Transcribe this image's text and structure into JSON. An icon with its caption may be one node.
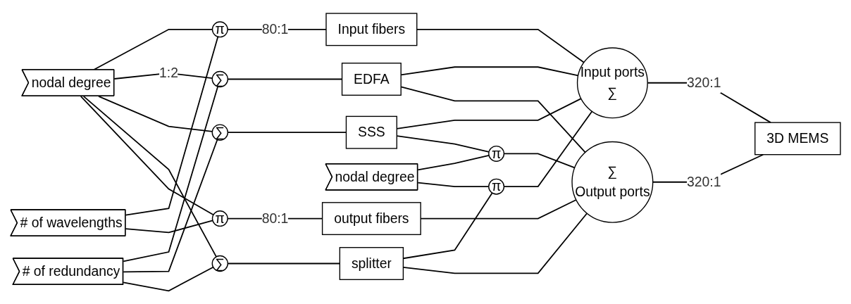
{
  "diagram": {
    "nodes": [
      {
        "text": [
          "nodal degree"
        ]
      },
      {
        "text": [
          "# of wavelengths"
        ]
      },
      {
        "text": [
          "# of redundancy"
        ]
      },
      {
        "text": [
          "π"
        ]
      },
      {
        "text": [
          "∑"
        ]
      },
      {
        "text": [
          "∑"
        ]
      },
      {
        "text": [
          "∑"
        ]
      },
      {
        "text": [
          "π"
        ]
      },
      {
        "text": [
          "Input fibers"
        ]
      },
      {
        "text": [
          "EDFA"
        ]
      },
      {
        "text": [
          "SSS"
        ]
      },
      {
        "text": [
          "nodal degree"
        ]
      },
      {
        "text": [
          "splitter"
        ]
      },
      {
        "text": [
          "output fibers"
        ]
      },
      {
        "text": [
          "π"
        ]
      },
      {
        "text": [
          "π"
        ]
      },
      {
        "text": [
          "Input ports",
          "∑"
        ]
      },
      {
        "text": [
          "∑",
          "Output ports"
        ]
      },
      {
        "text": [
          "3D MEMS"
        ]
      }
    ],
    "edges": [
      {
        "from": 0,
        "to": 3,
        "arrow": "none"
      },
      {
        "from": 0,
        "to": 4,
        "arrow": "none",
        "label": "1:2"
      },
      {
        "from": 0,
        "to": 5,
        "arrow": "none"
      },
      {
        "from": 0,
        "to": 6,
        "arrow": "none"
      },
      {
        "from": 0,
        "to": 7,
        "arrow": "none"
      },
      {
        "from": 1,
        "to": 3,
        "arrow": "none"
      },
      {
        "from": 1,
        "to": 7,
        "arrow": "none"
      },
      {
        "from": 2,
        "to": 4,
        "arrow": "none"
      },
      {
        "from": 2,
        "to": 5,
        "arrow": "none"
      },
      {
        "from": 2,
        "to": 6,
        "arrow": "none"
      },
      {
        "from": 3,
        "to": 8,
        "arrow": "none",
        "label": "80:1"
      },
      {
        "from": 4,
        "to": 9,
        "arrow": "none"
      },
      {
        "from": 5,
        "to": 10,
        "arrow": "none"
      },
      {
        "from": 6,
        "to": 12,
        "arrow": "none"
      },
      {
        "from": 7,
        "to": 13,
        "arrow": "none",
        "label": "80:1"
      },
      {
        "from": 8,
        "to": 16,
        "arrow": "none"
      },
      {
        "from": 9,
        "to": 16,
        "arrow": "none"
      },
      {
        "from": 9,
        "to": 17,
        "arrow": "none"
      },
      {
        "from": 10,
        "to": 16,
        "arrow": "none"
      },
      {
        "from": 10,
        "to": 14,
        "arrow": "none"
      },
      {
        "from": 11,
        "to": 14,
        "arrow": "none"
      },
      {
        "from": 11,
        "to": 15,
        "arrow": "none"
      },
      {
        "from": 12,
        "to": 15,
        "arrow": "none"
      },
      {
        "from": 12,
        "to": 17,
        "arrow": "none"
      },
      {
        "from": 14,
        "to": 17,
        "arrow": "none"
      },
      {
        "from": 15,
        "to": 16,
        "arrow": "none"
      },
      {
        "from": 13,
        "to": 17,
        "arrow": "none"
      },
      {
        "from": 16,
        "to": 18,
        "arrow": "none",
        "label": "320:1"
      },
      {
        "from": 17,
        "to": 18,
        "arrow": "none",
        "label": "320:1"
      }
    ]
  }
}
